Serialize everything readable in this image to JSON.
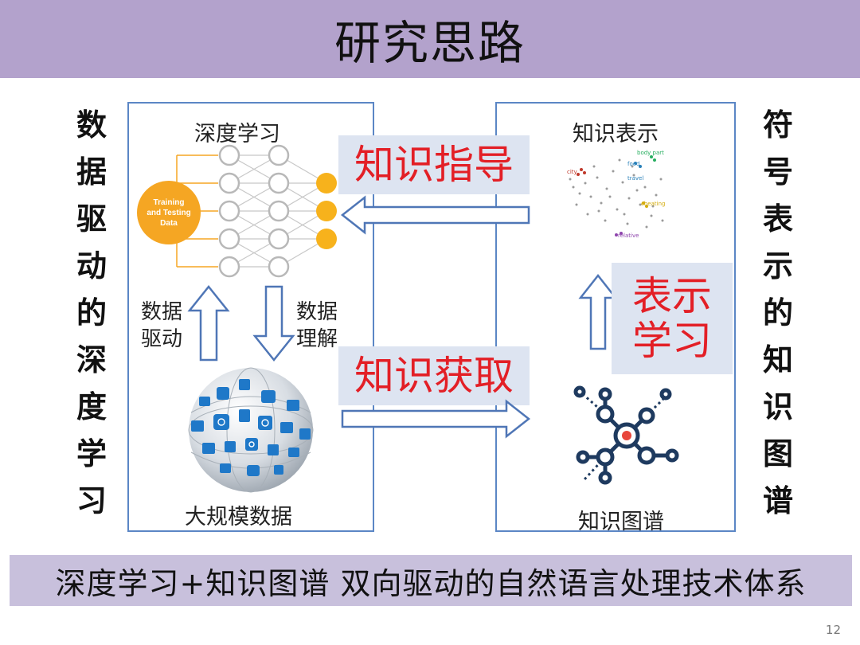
{
  "title": "研究思路",
  "left_vertical": [
    "数",
    "据",
    "驱",
    "动",
    "的",
    "深",
    "度",
    "学",
    "习"
  ],
  "right_vertical": [
    "符",
    "号",
    "表",
    "示",
    "的",
    "知",
    "识",
    "图",
    "谱"
  ],
  "left_panel": {
    "top_label": "深度学习",
    "badge_text": [
      "Training",
      "and Testing",
      "Data"
    ],
    "up_label": [
      "数据",
      "驱动"
    ],
    "down_label": [
      "数据",
      "理解"
    ],
    "bottom_label": "大规模数据"
  },
  "right_panel": {
    "top_label": "知识表示",
    "embedding_words": [
      "body part",
      "food",
      "city",
      "travel",
      "cheating",
      "relative"
    ],
    "bottom_label": "知识图谱"
  },
  "callouts": {
    "guide": "知识指导",
    "acquire": "知识获取",
    "represent": [
      "表示",
      "学习"
    ]
  },
  "bottom_banner": "深度学习+知识图谱 双向驱动的自然语言处理技术体系",
  "page_number": "12",
  "colors": {
    "title_bg": "#b3a2cc",
    "banner_bg": "#c8c0dc",
    "callout_bg": "#dde4f1",
    "callout_text": "#e31f26",
    "panel_border": "#5b86c5",
    "arrow_blue": "#4f76b6",
    "badge_orange": "#f5a623",
    "graph_navy": "#1e3a5f",
    "graph_center": "#e8463c"
  }
}
